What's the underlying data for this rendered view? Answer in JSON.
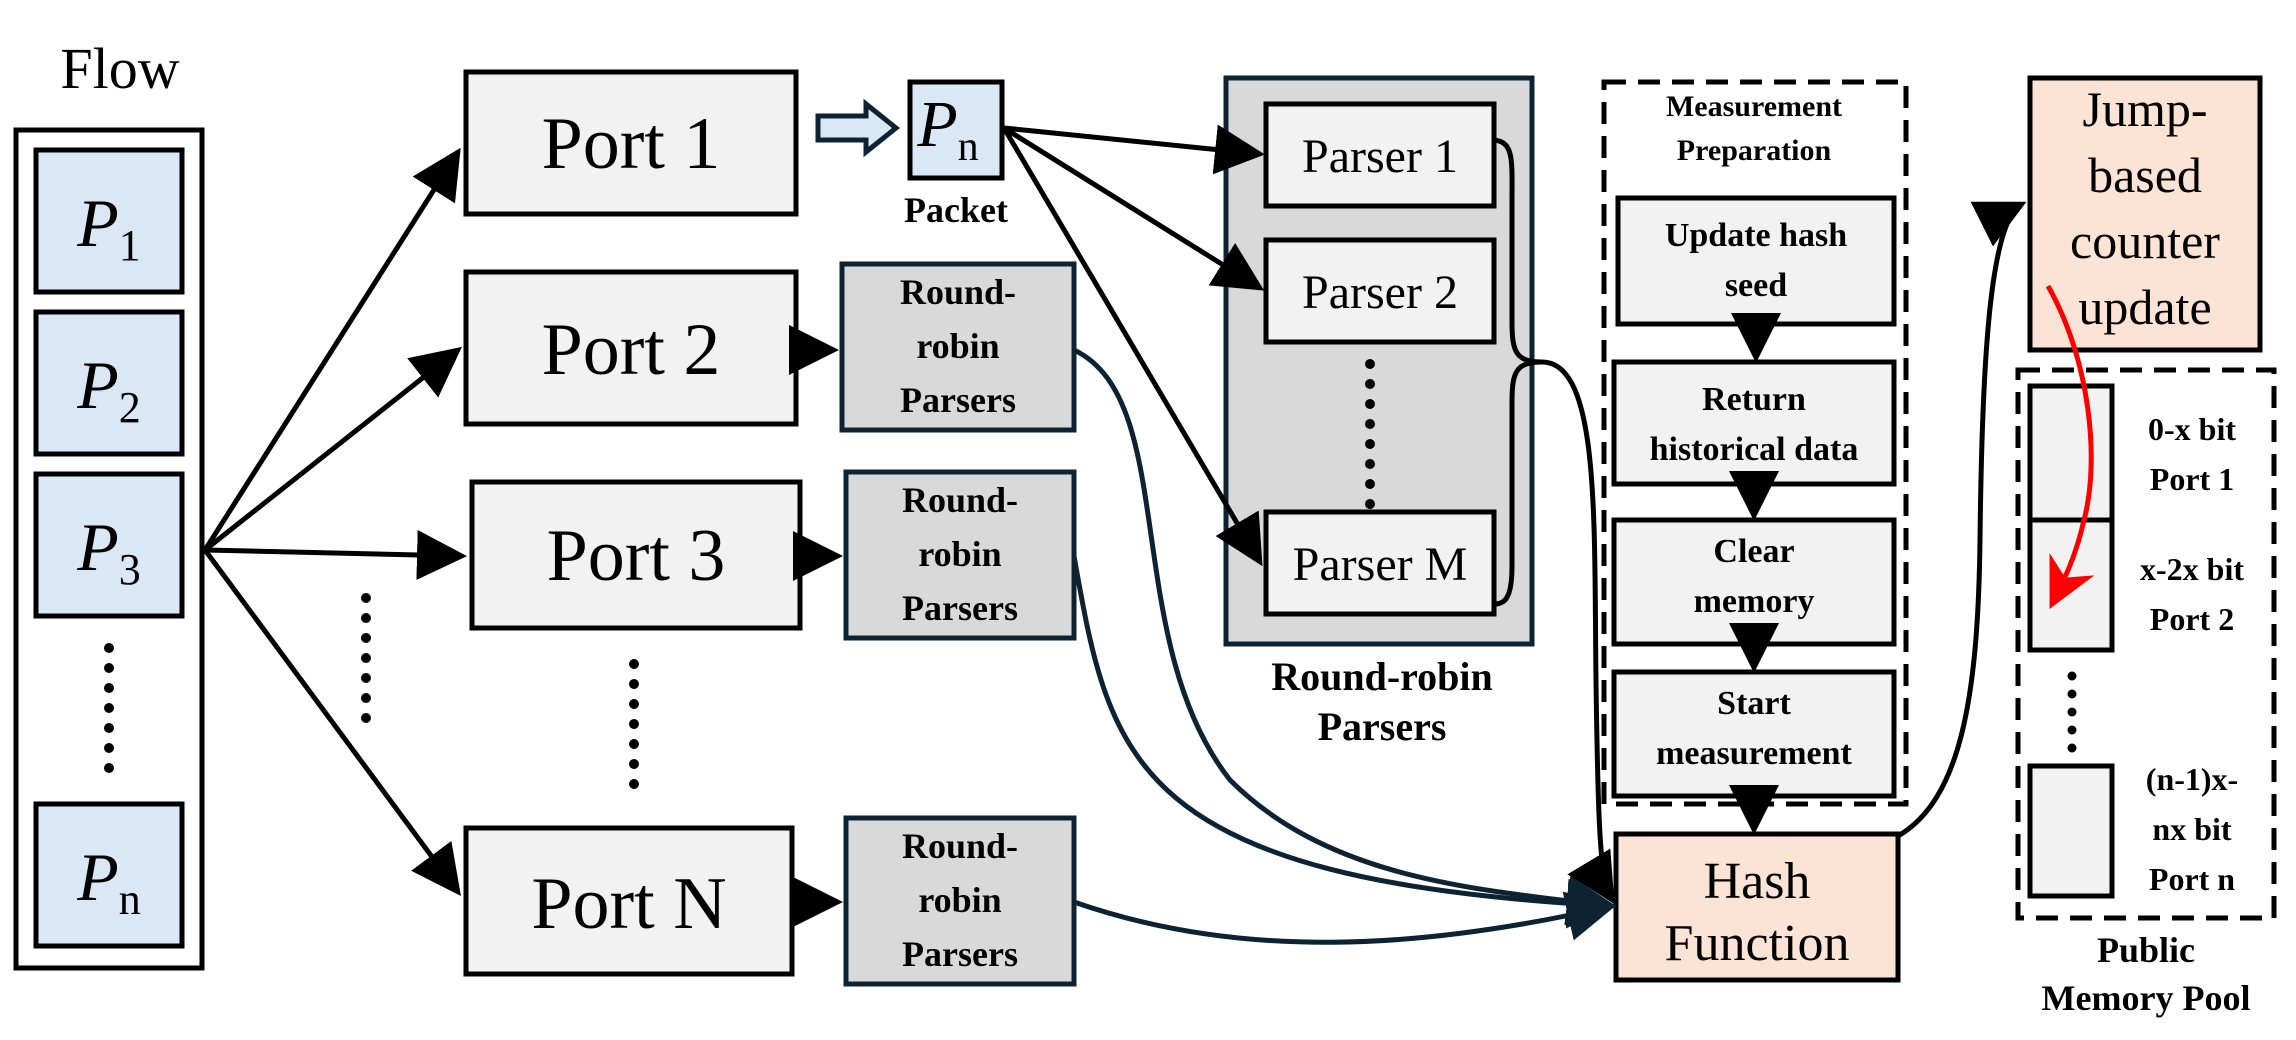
{
  "flow": {
    "title": "Flow",
    "packets": [
      {
        "base": "P",
        "sub": "1"
      },
      {
        "base": "P",
        "sub": "2"
      },
      {
        "base": "P",
        "sub": "3"
      },
      {
        "base": "P",
        "sub": "n"
      }
    ]
  },
  "ports": [
    "Port 1",
    "Port 2",
    "Port 3",
    "Port N"
  ],
  "packet": {
    "base": "P",
    "sub": "n",
    "label": "Packet"
  },
  "rr_small": [
    [
      "Round-",
      "robin",
      "Parsers"
    ],
    [
      "Round-",
      "robin",
      "Parsers"
    ],
    [
      "Round-",
      "robin",
      "Parsers"
    ]
  ],
  "rr_group": {
    "parsers": [
      "Parser 1",
      "Parser 2",
      "Parser M"
    ],
    "label": [
      "Round-robin",
      "Parsers"
    ]
  },
  "measurement": {
    "title": [
      "Measurement",
      "Preparation"
    ],
    "steps": [
      [
        "Update hash",
        "seed"
      ],
      [
        "Return",
        "historical data"
      ],
      [
        "Clear",
        "memory"
      ],
      [
        "Start",
        "measurement"
      ]
    ]
  },
  "hash": [
    "Hash",
    "Function"
  ],
  "jump": [
    "Jump-",
    "based",
    "counter",
    "update"
  ],
  "memory": {
    "slots": [
      [
        "0-x bit",
        "Port 1"
      ],
      [
        "x-2x bit",
        "Port 2"
      ],
      [
        "(n-1)x-",
        "nx bit",
        "Port n"
      ]
    ],
    "label": [
      "Public",
      "Memory Pool"
    ]
  },
  "colors": {
    "packet_fill": "#dae8f6",
    "box_fill": "#f2f2f2",
    "rr_fill": "#d9d9d9",
    "dark_stroke": "#0d2233",
    "salmon": "#fbe3d6",
    "red_arrow": "#ff0000"
  }
}
